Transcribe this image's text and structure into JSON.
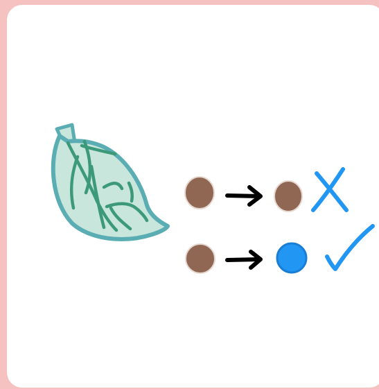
{
  "colors": {
    "background": "#f6c1c1",
    "card": "#ffffff",
    "leaf_fill": "#c9e6dc",
    "leaf_outline": "#5aaeb3",
    "leaf_veins": "#3c9a7a",
    "seed_brown": "#8f6752",
    "arrow": "#000000",
    "mark_blue": "#2196f3"
  },
  "icons": {
    "leaf": "leaf-icon",
    "seed": "seed-icon",
    "arrow": "arrow-right-icon",
    "cross": "cross-icon",
    "check": "checkmark-icon"
  },
  "rows": [
    {
      "from": "seed-brown",
      "to": "seed-brown",
      "result": "cross-icon"
    },
    {
      "from": "seed-brown",
      "to": "seed-blue",
      "result": "checkmark-icon"
    }
  ]
}
